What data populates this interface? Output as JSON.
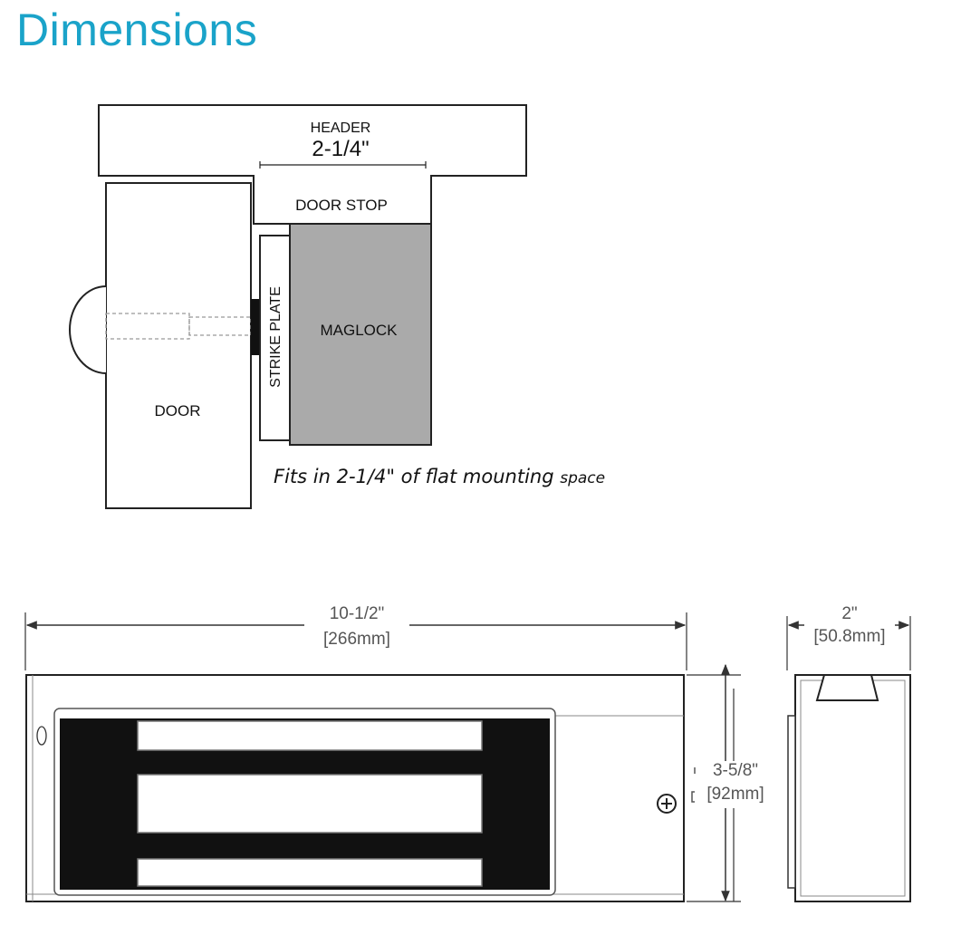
{
  "title": "Dimensions",
  "mounting": {
    "header_label": "HEADER",
    "header_dim": "2-1/4\"",
    "door_stop_label": "DOOR STOP",
    "strike_plate_label": "STRIKE PLATE",
    "maglock_label": "MAGLOCK",
    "door_label": "DOOR",
    "caption_main": "Fits in 2-1/4\" of flat mounting ",
    "caption_end": "space"
  },
  "front_view": {
    "width_in": "10-1/2\"",
    "width_mm": "[266mm]",
    "height_in": "3-5/8\"",
    "height_mm": "[92mm]"
  },
  "side_view": {
    "depth_in": "2\"",
    "depth_mm": "[50.8mm]"
  },
  "colors": {
    "title": "#1aa3c9",
    "maglock_fill": "#aaaaaa",
    "magnet_fill": "#111111"
  }
}
